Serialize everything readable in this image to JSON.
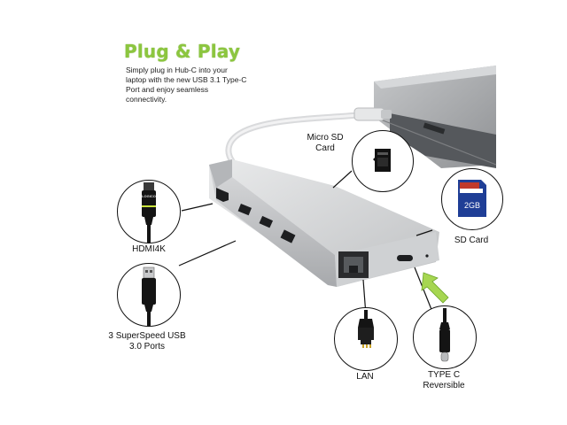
{
  "headline": "Plug & Play",
  "description": "Simply plug in Hub-C into your laptop with the new USB 3.1 Type-C Port  and enjoy seamless connectivity.",
  "labels": {
    "micro_sd": "Micro SD Card",
    "sd_card": "SD Card",
    "hdmi": "HDMI4K",
    "usb": "3 SuperSpeed USB 3.0 Ports",
    "lan": "LAN",
    "type_c": "TYPE C Reversible"
  },
  "sd_card_capacity": "2GB",
  "hdmi_brand": "LOGICO",
  "colors": {
    "accent_green": "#8cc63f",
    "hub_silver": "#c9cbcd",
    "laptop_gray": "#a9abae"
  }
}
